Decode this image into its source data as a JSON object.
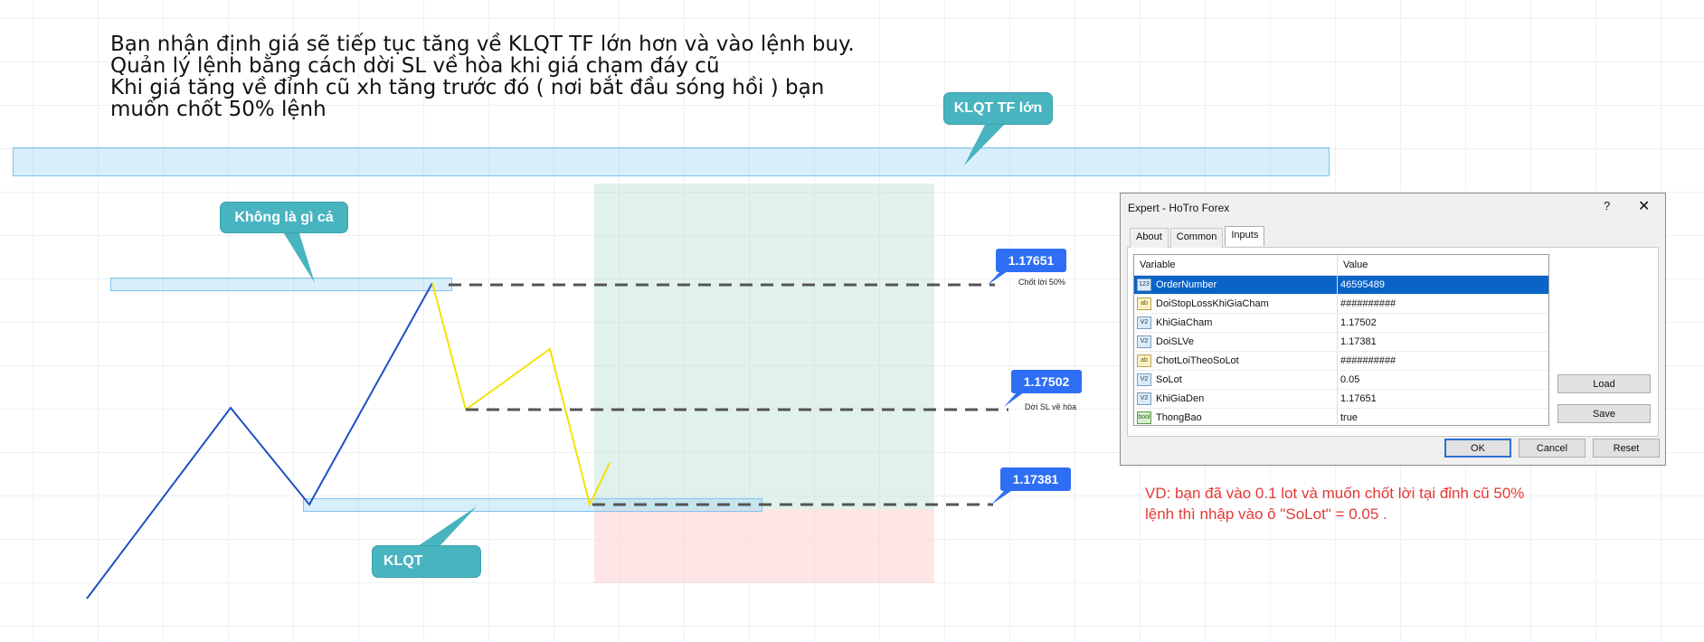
{
  "note": {
    "lines": [
      "Bạn nhận định giá sẽ tiếp tục tăng về KLQT TF lớn hơn và vào lệnh buy.",
      "Quản lý lệnh bằng cách dời SL về hòa khi giá chạm đáy cũ",
      "Khi giá tăng về đỉnh cũ xh tăng trước đó ( nơi bắt đầu sóng hồi ) bạn",
      "muốn chốt 50% lệnh"
    ]
  },
  "callouts": {
    "klqt_tf_lon": "KLQT TF lớn",
    "khong_la_gi": "Không là gì cả",
    "klqt": "KLQT"
  },
  "price_levels": [
    {
      "price": "1.17651",
      "caption": "Chốt lời 50%"
    },
    {
      "price": "1.17502",
      "caption": "Dời SL về hòa"
    },
    {
      "price": "1.17381",
      "caption": ""
    }
  ],
  "colors": {
    "price_tag": "#2e6ef5",
    "trend_line": "#1f4fc4",
    "pullback_line": "#f5e200",
    "callout": "#47b4c0",
    "example_text": "#e53935"
  },
  "dialog": {
    "title": "Expert - HoTro Forex",
    "help_icon": "?",
    "close_icon": "✕",
    "tabs": [
      "About",
      "Common",
      "Inputs"
    ],
    "active_tab": "Inputs",
    "table": {
      "headers": [
        "Variable",
        "Value"
      ],
      "rows": [
        {
          "type": "123",
          "variable": "OrderNumber",
          "value": "46595489",
          "selected": true
        },
        {
          "type": "ab",
          "variable": "DoiStopLossKhiGiaCham",
          "value": "##########"
        },
        {
          "type": "V2",
          "variable": "KhiGiaCham",
          "value": "1.17502"
        },
        {
          "type": "V2",
          "variable": "DoiSLVe",
          "value": "1.17381"
        },
        {
          "type": "ab",
          "variable": "ChotLoiTheoSoLot",
          "value": "##########"
        },
        {
          "type": "V2",
          "variable": "SoLot",
          "value": "0.05"
        },
        {
          "type": "V2",
          "variable": "KhiGiaDen",
          "value": "1.17651"
        },
        {
          "type": "bool",
          "variable": "ThongBao",
          "value": "true"
        }
      ]
    },
    "buttons": {
      "load": "Load",
      "save": "Save",
      "ok": "OK",
      "cancel": "Cancel",
      "reset": "Reset"
    }
  },
  "example": {
    "lines": [
      "VD: bạn đã vào 0.1 lot và muốn chốt lời tại đỉnh cũ 50%",
      "lệnh thì nhập vào ô \"SoLot\" =  0.05 ."
    ]
  }
}
